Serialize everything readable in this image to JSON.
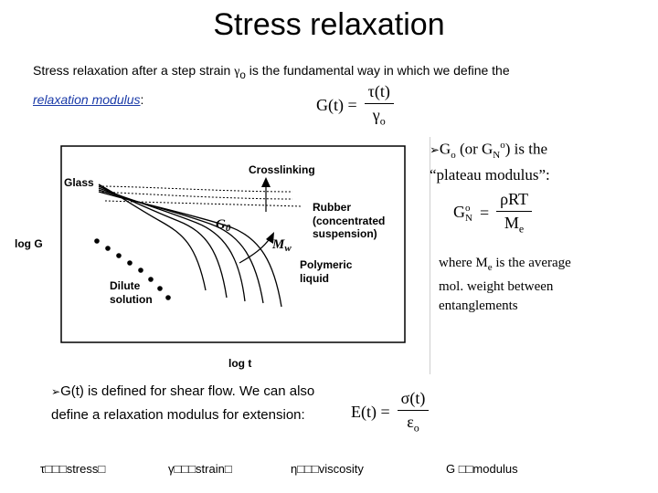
{
  "slide": {
    "title": "Stress relaxation",
    "intro_prefix": "Stress relaxation after a step strain ",
    "gamma_symbol": "γ",
    "gamma_sub": "o",
    "intro_suffix": " is the fundamental way in which we define the",
    "link_text": "relaxation modulus",
    "link_after": ":"
  },
  "eq_g": {
    "lhs": "G(t) =",
    "num": "τ(t)",
    "den_sym": "γ",
    "den_sub": "o"
  },
  "plateau": {
    "arrow": "➢",
    "g": "G",
    "g_sub": "o",
    "paren_open": " (or G",
    "gn_sub": "N",
    "gn_sup": "o",
    "paren_close": ") is the",
    "line2": "“plateau modulus”:"
  },
  "eq_gn": {
    "lhs": "G",
    "lhs_sup": "o",
    "lhs_sub": "N",
    "eq": "=",
    "num": "ρRT",
    "den": "M",
    "den_sub": "e"
  },
  "where": {
    "prefix": "where M",
    "sub": "e",
    "suffix": " is the average mol. weight between entanglements"
  },
  "diagram": {
    "glass": "Glass",
    "crosslinking": "Crosslinking",
    "rubber_1": "Rubber",
    "rubber_2": "(concentrated",
    "rubber_3": "suspension)",
    "g0": "G",
    "g0_sub": "0",
    "mw": "M",
    "mw_sub": "w",
    "poly_1": "Polymeric",
    "poly_2": "liquid",
    "dilute_1": "Dilute",
    "dilute_2": "solution",
    "ylabel": "log G",
    "xlabel": "log t"
  },
  "bottom": {
    "arrow": "➢",
    "text": "G(t) is defined for shear flow. We can also define a relaxation modulus for extension:"
  },
  "eq_e": {
    "lhs": "E(t) =",
    "num": "σ(t)",
    "den_sym": "ε",
    "den_sub": "o"
  },
  "legend": {
    "tau": "τ□□□stress□",
    "gamma": "γ□□□strain□",
    "eta": "η□□□viscosity",
    "g": "G □□modulus"
  }
}
